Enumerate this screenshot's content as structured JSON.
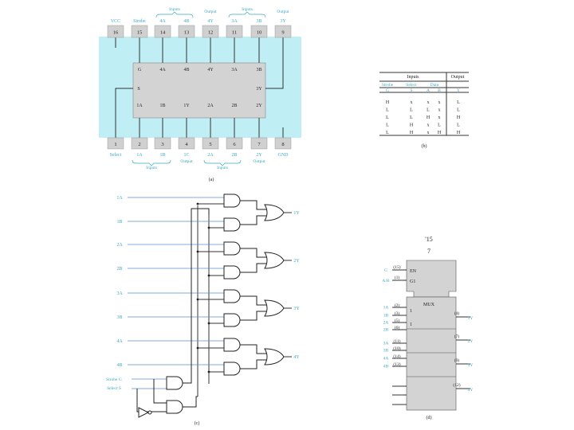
{
  "panel_a": {
    "caption": "(a)",
    "top_groups": [
      "Inputs",
      "Output",
      "Inputs",
      "Output"
    ],
    "top_labels": [
      "VCC",
      "Strobe",
      "4A",
      "4B",
      "4Y",
      "3A",
      "3B",
      "3Y"
    ],
    "top_pins": [
      "16",
      "15",
      "14",
      "13",
      "12",
      "11",
      "10",
      "9"
    ],
    "chip_top_labels": [
      "G",
      "4A",
      "4B",
      "4Y",
      "3A",
      "3B"
    ],
    "chip_mid_left": "S",
    "chip_mid_right": "3Y",
    "chip_bottom_labels": [
      "1A",
      "1B",
      "1Y",
      "2A",
      "2B",
      "2Y"
    ],
    "bottom_pins": [
      "1",
      "2",
      "3",
      "4",
      "5",
      "6",
      "7",
      "8"
    ],
    "bottom_labels": [
      "Select",
      "1A",
      "1B",
      "1C",
      "2A",
      "2B",
      "2Y",
      "GND"
    ],
    "bottom_sublabels": [
      "",
      "",
      "",
      "Output",
      "",
      "",
      "Output",
      ""
    ],
    "bottom_groups": [
      "Inputs",
      "Inputs"
    ],
    "colors": {
      "chip_bg": "#bfeef5",
      "chip_body": "#d3d3d3",
      "pin_box": "#d0d0d0",
      "accent": "#3aa9c4"
    }
  },
  "panel_b": {
    "caption": "(b)",
    "group_headers": [
      "Inputs",
      "Output"
    ],
    "sub_headers": [
      "Strobe",
      "Select",
      "Data"
    ],
    "col_headers": [
      "G",
      "S",
      "A",
      "B",
      "Y"
    ],
    "rows": [
      [
        "H",
        "x",
        "x",
        "x",
        "L"
      ],
      [
        "L",
        "L",
        "L",
        "x",
        "L"
      ],
      [
        "L",
        "L",
        "H",
        "x",
        "H"
      ],
      [
        "L",
        "H",
        "x",
        "L",
        "L"
      ],
      [
        "L",
        "H",
        "x",
        "H",
        "H"
      ]
    ]
  },
  "panel_c": {
    "caption": "(c)",
    "inputs": [
      "1A",
      "1B",
      "2A",
      "2B",
      "3A",
      "3B",
      "4A",
      "4B",
      "Strobe G",
      "Select S"
    ],
    "outputs": [
      "1Y",
      "2Y",
      "3Y",
      "4Y"
    ]
  },
  "panel_d": {
    "caption": "(d)",
    "title_line1": "'15",
    "title_line2": "7",
    "ctrl_pins": [
      "(15)",
      "(1)"
    ],
    "ctrl_labels": [
      "G",
      "A/B"
    ],
    "ctrl_marks": [
      "EN",
      "G1"
    ],
    "mux_label": "MUX",
    "in_pins": [
      "(2)",
      "(3)",
      "(5)",
      "(6)",
      "(11)",
      "(10)",
      "(14)",
      "(13)"
    ],
    "in_labels": [
      "1A",
      "1B",
      "2A",
      "2B",
      "3A",
      "3B",
      "4A",
      "4B"
    ],
    "in_marks": [
      "1",
      "1"
    ],
    "out_pins": [
      "(4)",
      "(7)",
      "(9)",
      "(12)"
    ],
    "out_labels": [
      "1Y",
      "2Y",
      "3Y",
      "4Y"
    ]
  }
}
